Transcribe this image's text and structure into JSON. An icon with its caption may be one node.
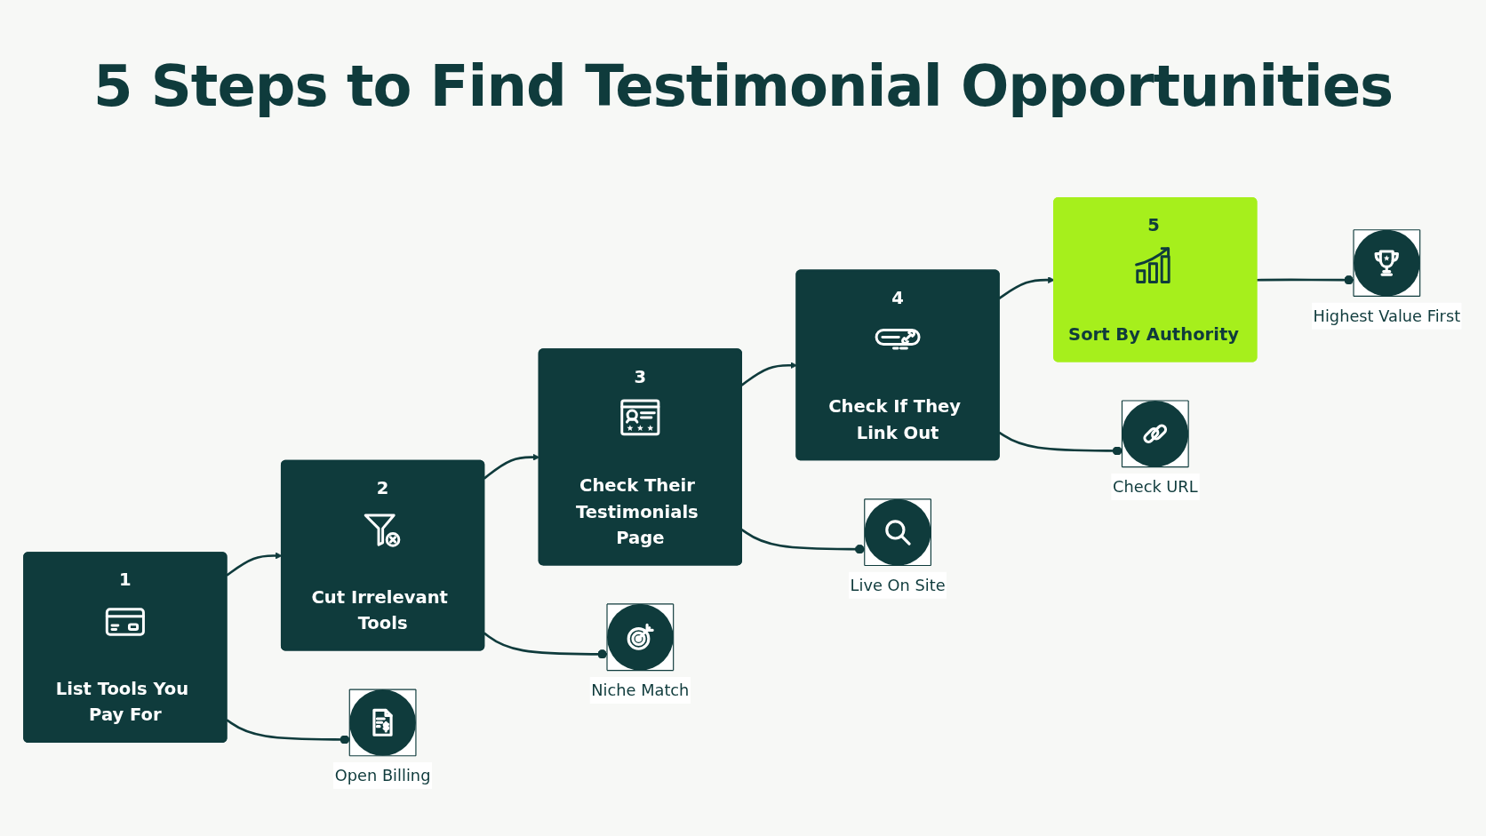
{
  "diagram": {
    "title": "5 Steps to Find Testimonial Opportunities",
    "nodes": [
      {
        "text": [
          "1",
          "List Tools You Pay For"
        ]
      },
      {
        "text": [
          "2",
          "Cut Irrelevant Tools"
        ]
      },
      {
        "text": [
          "3",
          "Check Their Testimonials Page"
        ]
      },
      {
        "text": [
          "4",
          "Check If They Link Out"
        ]
      },
      {
        "text": [
          "5",
          "Sort By Authority"
        ]
      },
      {
        "text": [
          "Open Billing"
        ]
      },
      {
        "text": [
          "Niche Match"
        ]
      },
      {
        "text": [
          "Live On Site"
        ]
      },
      {
        "text": [
          "Check URL"
        ]
      },
      {
        "text": [
          "Highest Value First"
        ]
      }
    ],
    "edges": [
      {
        "from": 0,
        "to": 1,
        "arrow": "to"
      },
      {
        "from": 1,
        "to": 2,
        "arrow": "to"
      },
      {
        "from": 2,
        "to": 3,
        "arrow": "to"
      },
      {
        "from": 3,
        "to": 4,
        "arrow": "to"
      },
      {
        "from": 0,
        "to": 5,
        "arrow": "other"
      },
      {
        "from": 1,
        "to": 6,
        "arrow": "other"
      },
      {
        "from": 2,
        "to": 7,
        "arrow": "other"
      },
      {
        "from": 3,
        "to": 8,
        "arrow": "other"
      },
      {
        "from": 4,
        "to": 9,
        "arrow": "other"
      }
    ]
  }
}
